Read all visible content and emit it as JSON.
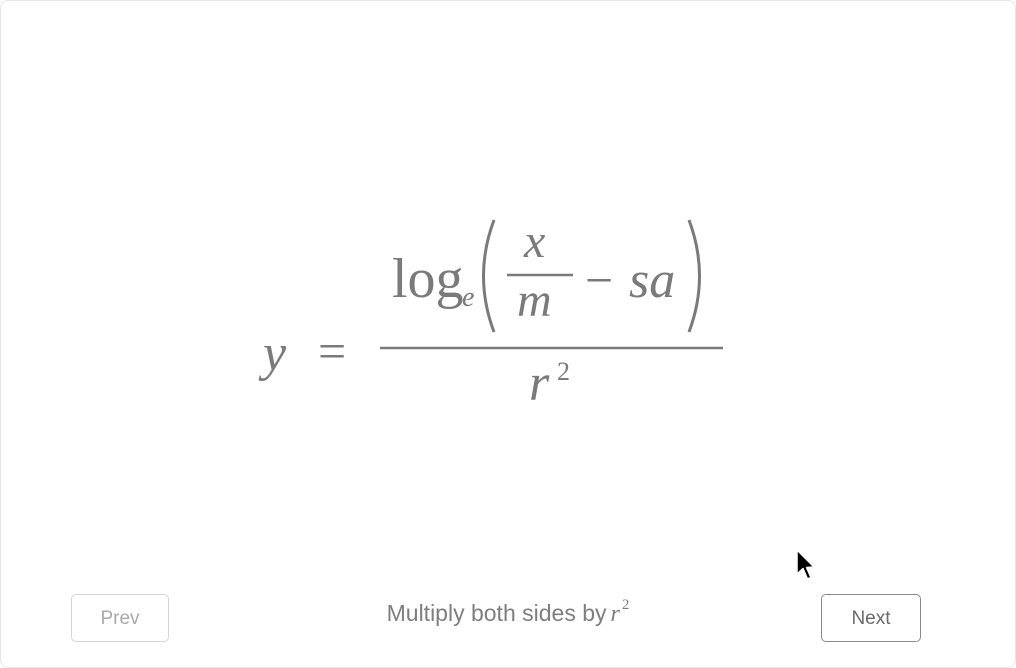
{
  "equation": {
    "lhs": "y",
    "equals": "=",
    "log": "log",
    "log_base": "e",
    "paren_open": "(",
    "paren_close": ")",
    "frac_num": "x",
    "frac_den": "m",
    "minus": "−",
    "term": "sa",
    "denominator": "r",
    "exponent": "2"
  },
  "step": {
    "text": "Multiply both sides by",
    "variable": "r",
    "exponent": "2"
  },
  "buttons": {
    "prev_label": "Prev",
    "next_label": "Next",
    "prev_enabled": false,
    "next_enabled": true
  },
  "colors": {
    "formula": "#7a7a7a",
    "prev_border": "#d4d4d4",
    "next_border": "#8a8a8a",
    "cursor": "#000000"
  },
  "icons": {
    "cursor": "arrow-cursor-icon"
  }
}
